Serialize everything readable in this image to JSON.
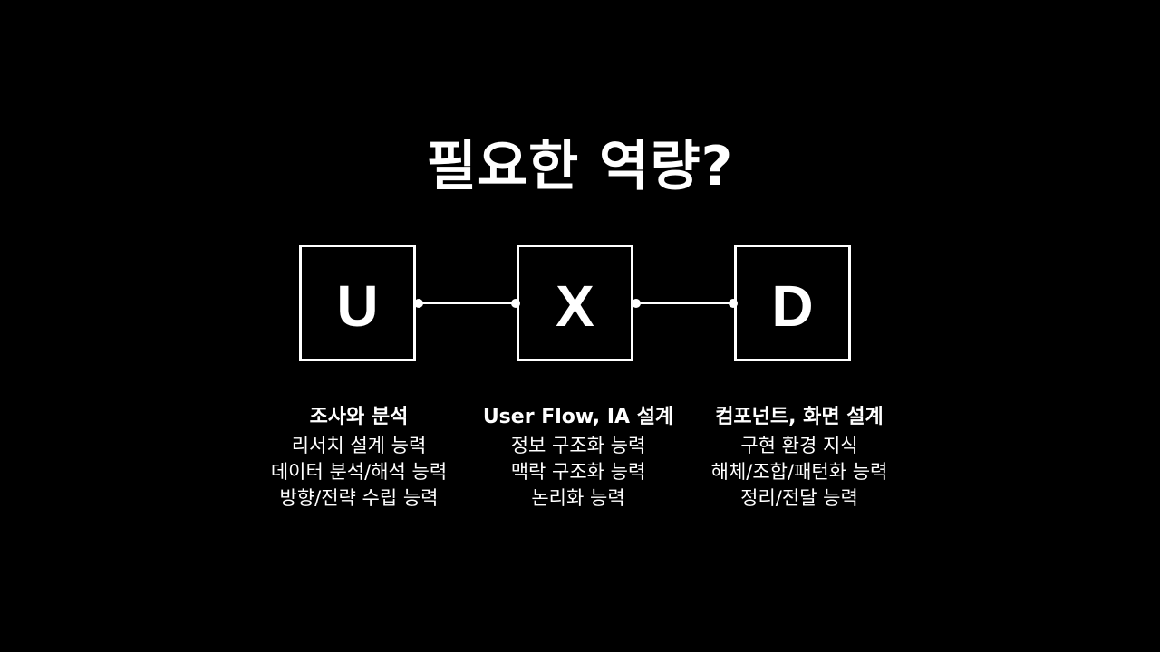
{
  "title": "필요한 역량?",
  "nodes": [
    {
      "letter": "U",
      "heading": "조사와 분석",
      "items": [
        "리서치 설계 능력",
        "데이터 분석/해석 능력",
        "방향/전략 수립 능력"
      ]
    },
    {
      "letter": "X",
      "heading": "User Flow, IA 설계",
      "items": [
        "정보 구조화 능력",
        "맥락 구조화 능력",
        "논리화 능력"
      ]
    },
    {
      "letter": "D",
      "heading": "컴포넌트, 화면 설계",
      "items": [
        "구현 환경 지식",
        "해체/조합/패턴화 능력",
        "정리/전달 능력"
      ]
    }
  ],
  "colors": {
    "background": "#000000",
    "foreground": "#ffffff"
  }
}
